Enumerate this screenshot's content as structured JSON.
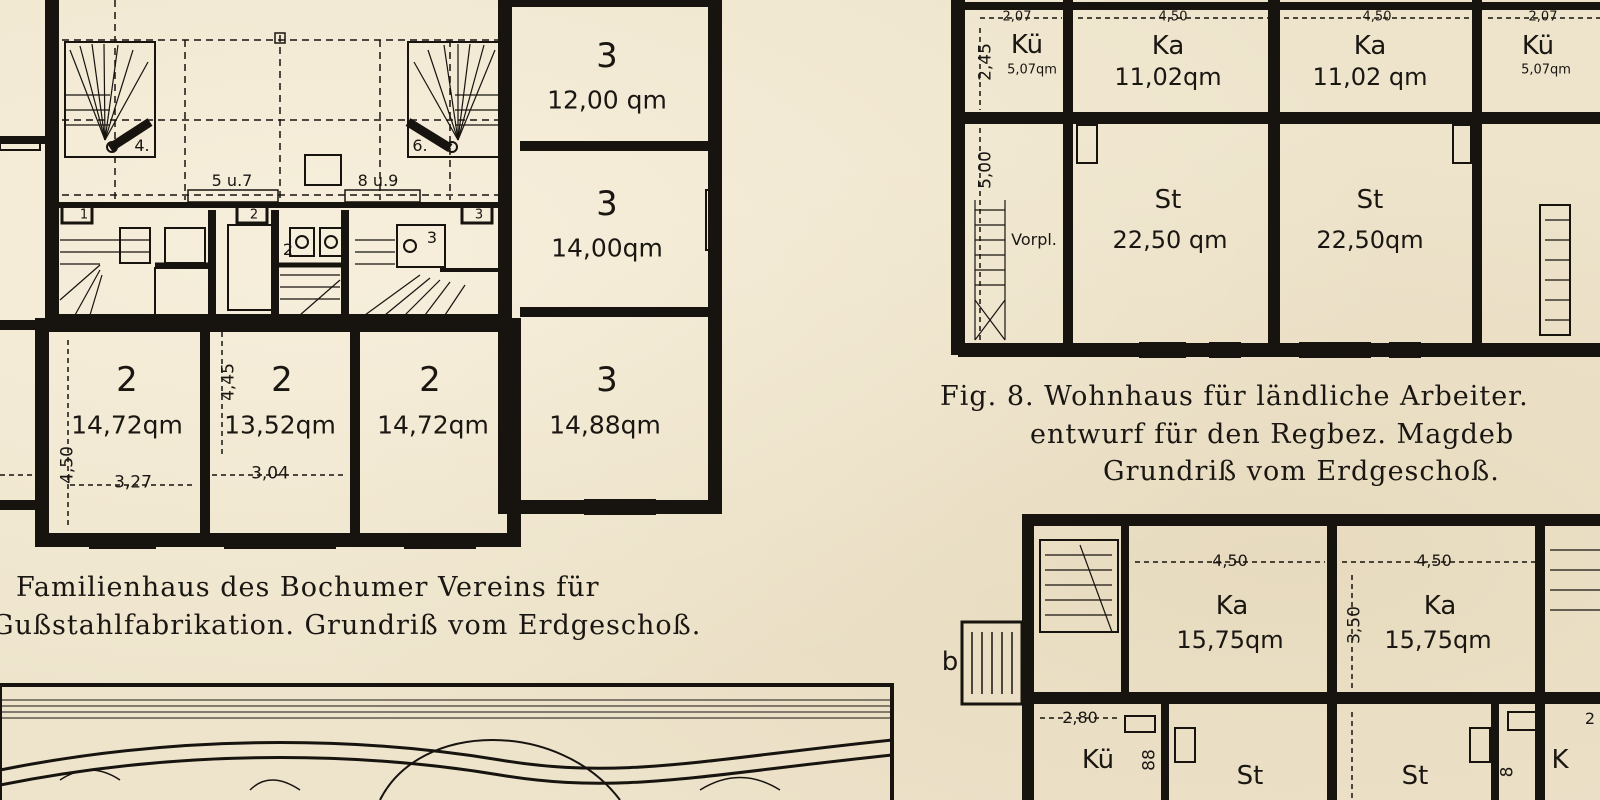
{
  "fig_left": {
    "rooms": [
      {
        "num": "3",
        "area": "12,00 qm"
      },
      {
        "num": "3",
        "area": "14,00qm"
      },
      {
        "num": "3",
        "area": "14,88qm"
      },
      {
        "num": "2",
        "area": "14,72qm"
      },
      {
        "num": "2",
        "area": "13,52qm"
      },
      {
        "num": "2",
        "area": "14,72qm"
      }
    ],
    "stair_labels": [
      "4.",
      "6.",
      "5 u.7",
      "8 u.9"
    ],
    "cells": [
      "1",
      "2",
      "3",
      "2",
      "3"
    ],
    "dims": [
      "3,27",
      "3,04",
      "4,50",
      "4,45"
    ],
    "caption_line1": "Familienhaus des Bochumer Vereins für",
    "caption_line2": "Gußstahlfabrikation. Grundriß vom Erdgeschoß."
  },
  "fig8": {
    "rooms": [
      {
        "name": "Kü",
        "area": "5,07qm",
        "dim": "2,07"
      },
      {
        "name": "Ka",
        "area": "11,02qm",
        "dim": "4,50"
      },
      {
        "name": "Ka",
        "area": "11,02 qm",
        "dim": "4,50"
      },
      {
        "name": "Kü",
        "area": "5,07qm",
        "dim": "2,07"
      },
      {
        "name": "St",
        "area": "22,50 qm"
      },
      {
        "name": "St",
        "area": "22,50qm"
      }
    ],
    "vorpl": "Vorpl.",
    "vdims": [
      "2,45",
      "5,00"
    ],
    "caption_line1": "Fig. 8. Wohnhaus für ländliche Arbeiter.",
    "caption_line2": "entwurf für den Regbez. Magdeb",
    "caption_line3": "Grundriß vom Erdgeschoß."
  },
  "fig9": {
    "rooms": [
      {
        "name": "Ka",
        "area": "15,75qm",
        "dim": "4,50"
      },
      {
        "name": "Ka",
        "area": "15,75qm",
        "dim": "4,50"
      },
      {
        "name": "Kü",
        "dim": "2,80"
      },
      {
        "name": "St"
      },
      {
        "name": "St"
      },
      {
        "name": "K"
      }
    ],
    "vdims": [
      "3,50",
      "88",
      "8",
      "2"
    ],
    "entry": "b"
  }
}
